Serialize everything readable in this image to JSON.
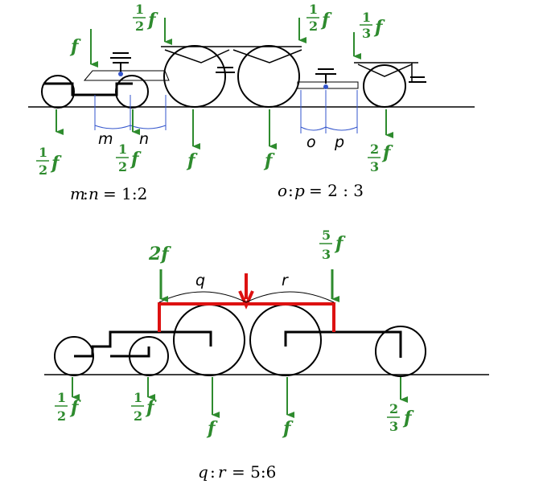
{
  "top": {
    "loads": {
      "f_left": "f",
      "half_top1": {
        "num": "1",
        "den": "2",
        "var": "f"
      },
      "half_top2": {
        "num": "1",
        "den": "2",
        "var": "f"
      },
      "third_top": {
        "num": "1",
        "den": "3",
        "var": "f"
      }
    },
    "reactions": {
      "r1": {
        "num": "1",
        "den": "2",
        "var": "f"
      },
      "r2": {
        "num": "1",
        "den": "2",
        "var": "f"
      },
      "r3": "f",
      "r4": "f",
      "r5": {
        "num": "2",
        "den": "3",
        "var": "f"
      }
    },
    "segments": {
      "m": "m",
      "n": "n",
      "o": "o",
      "p": "p"
    },
    "ratio_left": {
      "a": "m",
      "b": "n",
      "value": "= 1:2"
    },
    "ratio_right": {
      "a": "o",
      "b": "p",
      "value": "= 2 : 3"
    }
  },
  "bottom": {
    "loads": {
      "left": "2f",
      "right": {
        "num": "5",
        "den": "3",
        "var": "f"
      }
    },
    "segments": {
      "q": "q",
      "r": "r"
    },
    "reactions": {
      "r1": {
        "num": "1",
        "den": "2",
        "var": "f"
      },
      "r2": {
        "num": "1",
        "den": "2",
        "var": "f"
      },
      "r3": "f",
      "r4": "f",
      "r5": {
        "num": "2",
        "den": "3",
        "var": "f"
      }
    },
    "ratio": {
      "a": "q",
      "b": "r",
      "value": "= 5:6"
    }
  },
  "colors": {
    "force": "#2e8b2e",
    "resultant": "#dd1111",
    "span": "#3355cc"
  }
}
